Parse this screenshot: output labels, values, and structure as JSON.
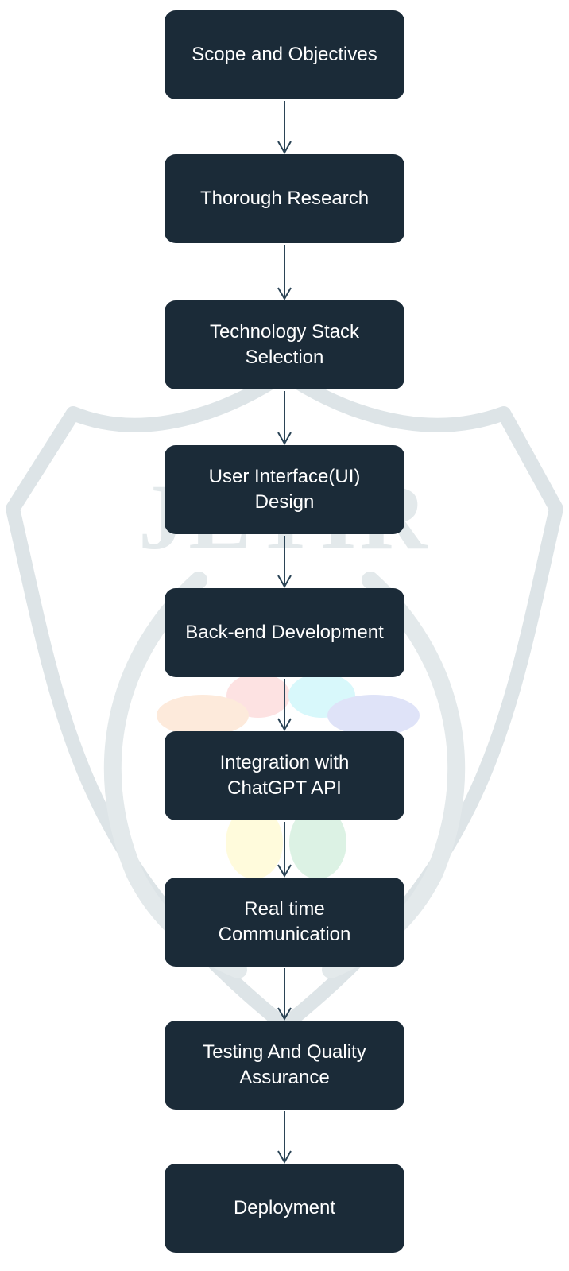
{
  "flowchart": {
    "steps": [
      {
        "label": "Scope and Objectives"
      },
      {
        "label": "Thorough  Research"
      },
      {
        "label": "Technology Stack\nSelection"
      },
      {
        "label": "User Interface(UI)\nDesign"
      },
      {
        "label": "Back-end Development"
      },
      {
        "label": "Integration with\nChatGPT API"
      },
      {
        "label": "Real time\nCommunication"
      },
      {
        "label": "Testing And Quality\nAssurance"
      },
      {
        "label": "Deployment"
      }
    ]
  },
  "watermark": {
    "text": "JETIR"
  },
  "colors": {
    "box_fill": "#1b2b38",
    "box_text": "#ffffff",
    "arrow": "#2b4456",
    "watermark": "#dde4e7"
  }
}
